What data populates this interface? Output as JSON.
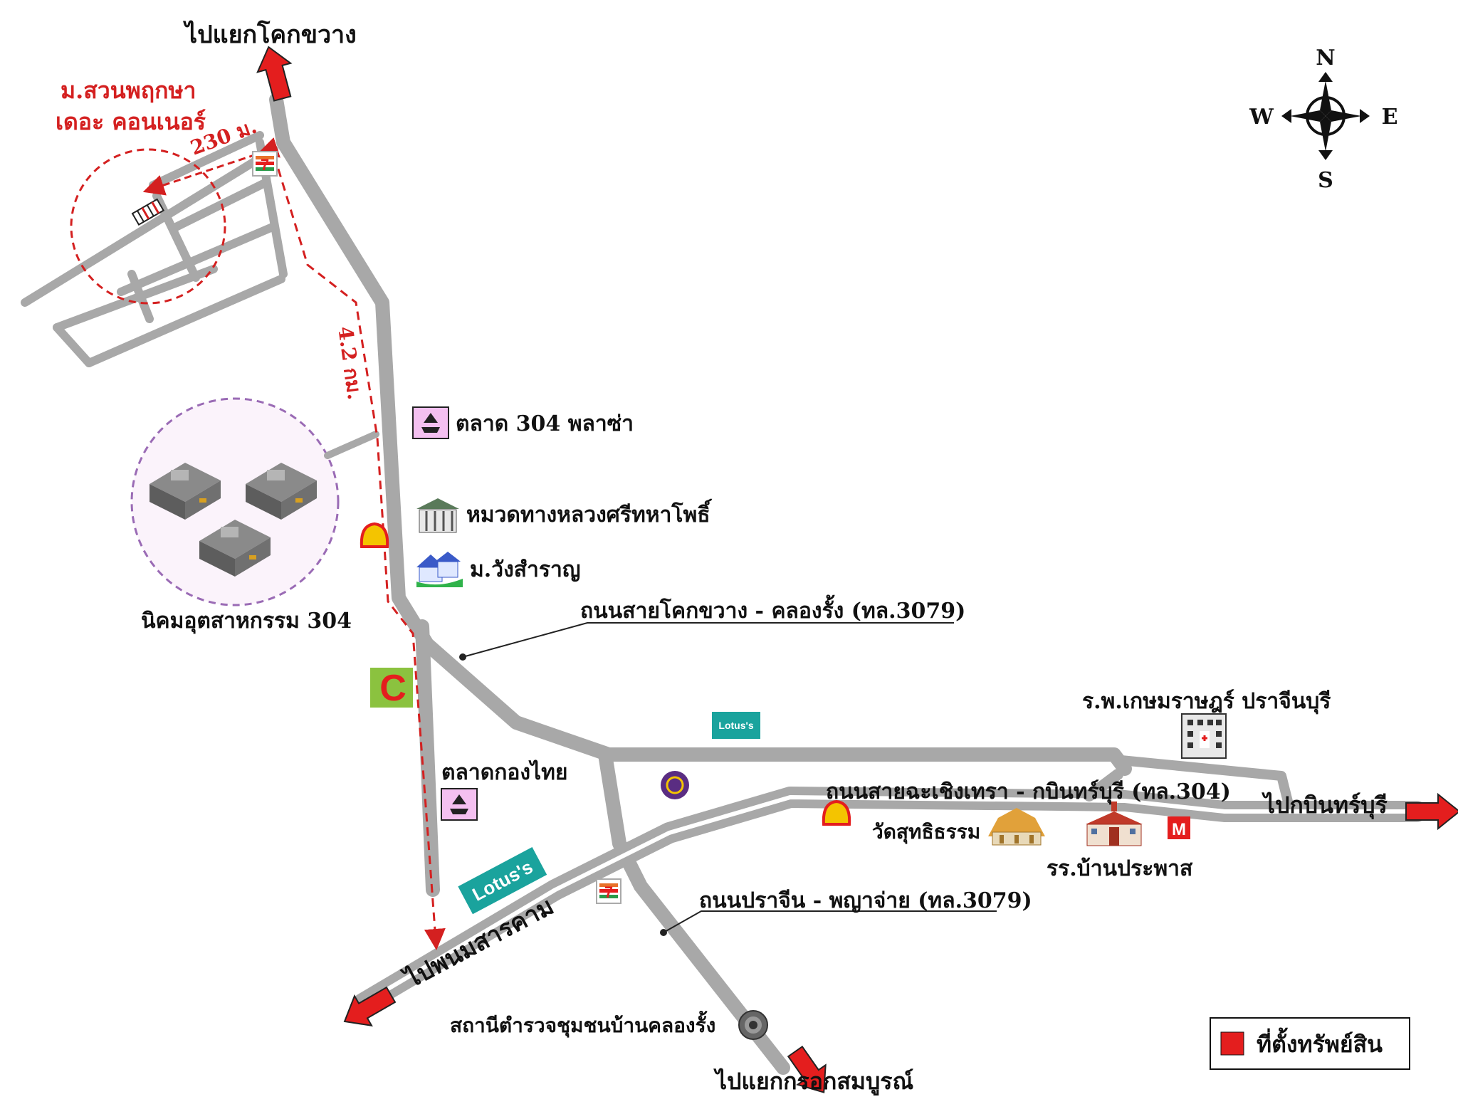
{
  "map": {
    "colors": {
      "road": "#a8a8a8",
      "arrow": "#e41e1e",
      "route_dashed": "#d42020",
      "industrial_circle": "#9a6bb5",
      "legend_marker": "#e41e1e"
    },
    "labels": {
      "to_khok_khwang": "ไปแยกโคกขวาง",
      "village_name_1": "ม.สวนพฤกษา",
      "village_name_2": "เดอะ คอนเนอร์",
      "distance_230": "230 ม.",
      "distance_42": "4.2 กม.",
      "market_304": "ตลาด 304 พลาซ่า",
      "highway_office": "หมวดทางหลวงศรีทหาโพธิ์",
      "wang_samran": "ม.วังสำราญ",
      "industrial_estate": "นิคมอุตสาหกรรม 304",
      "road_3079_north": "ถนนสายโคกขวาง - คลองรั้ง (ทล.3079)",
      "hospital": "ร.พ.เกษมราษฎร์ ปราจีนบุรี",
      "market_kongthai": "ตลาดกองไทย",
      "road_304": "ถนนสายฉะเชิงเทรา - กบินทร์บุรี (ทล.304)",
      "to_kabin": "ไปกบินทร์บุรี",
      "temple": "วัดสุทธิธรรม",
      "school": "รร.บ้านประพาส",
      "road_3079_south": "ถนนปราจีน - พญาจ่าย (ทล.3079)",
      "to_phanom_sarakham": "ไปพนมสารคาม",
      "police": "สถานีตำรวจชุมชนบ้านคลองรั้ง",
      "to_krok_sombun": "ไปแยกกรอกสมบูรณ์",
      "lotus_small": "Lotus's",
      "lotus_big": "Lotus's"
    },
    "compass": {
      "n": "N",
      "s": "S",
      "e": "E",
      "w": "W"
    },
    "legend": {
      "property_location": "ที่ตั้งทรัพย์สิน"
    },
    "icons": [
      "seven-eleven-icon",
      "shell-icon",
      "bigc-icon",
      "lotus-icon",
      "market-icon",
      "government-building-icon",
      "housing-icon",
      "factory-icon",
      "hospital-icon",
      "temple-icon",
      "school-icon",
      "police-icon",
      "bank-icon",
      "property-marker-icon"
    ]
  }
}
